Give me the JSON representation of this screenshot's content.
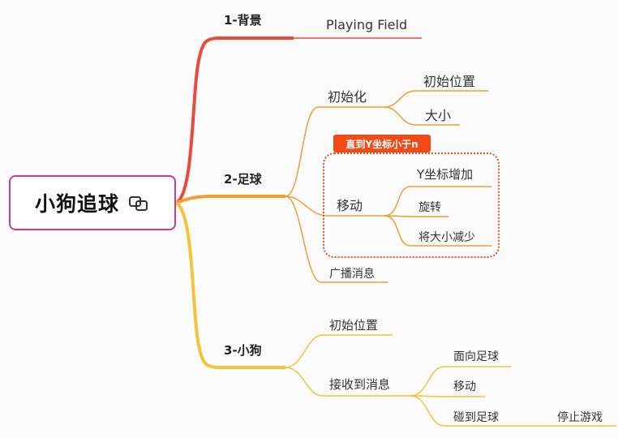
{
  "root": {
    "title": "小狗追球",
    "icon": "link-icon"
  },
  "branches": [
    {
      "label": "1-背景",
      "color": "#e84a3c",
      "children": [
        {
          "label": "Playing Field"
        }
      ]
    },
    {
      "label": "2-足球",
      "color": "#f39c2f",
      "children": [
        {
          "label": "初始化",
          "children": [
            {
              "label": "初始位置"
            },
            {
              "label": "大小"
            }
          ]
        },
        {
          "label": "移动",
          "boundary_label": "直到Y坐标小于n",
          "children": [
            {
              "label": "Y坐标增加"
            },
            {
              "label": "旋转"
            },
            {
              "label": "将大小减少"
            }
          ]
        },
        {
          "label": "广播消息"
        }
      ]
    },
    {
      "label": "3-小狗",
      "color": "#f5c23c",
      "children": [
        {
          "label": "初始位置"
        },
        {
          "label": "接收到消息",
          "children": [
            {
              "label": "面向足球"
            },
            {
              "label": "移动"
            },
            {
              "label": "碰到足球",
              "children": [
                {
                  "label": "停止游戏"
                }
              ]
            }
          ]
        }
      ]
    }
  ]
}
